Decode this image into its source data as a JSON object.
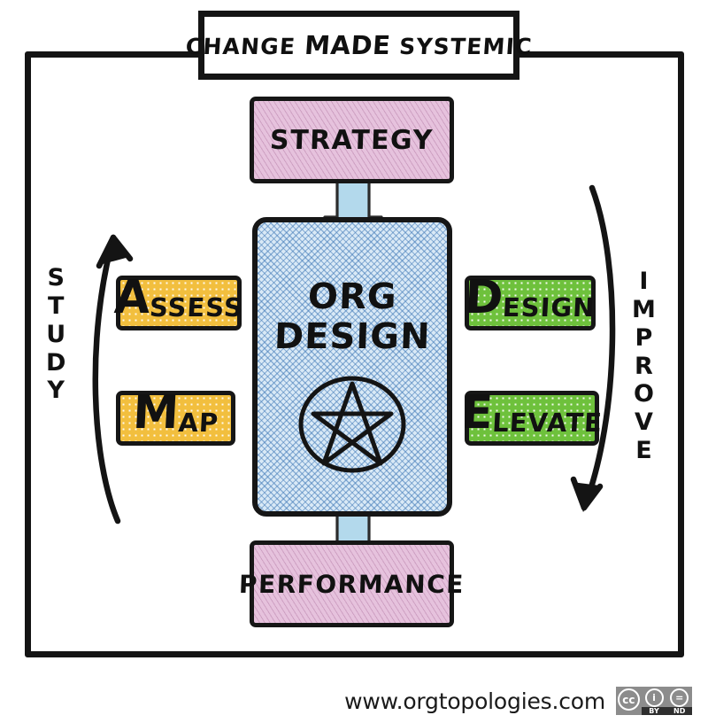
{
  "title": {
    "part1": "CHANGE ",
    "part2": "MADE",
    "part3": " SYSTEMIC",
    "full": "CHANGE MADE SYSTEMIC"
  },
  "nodes": {
    "strategy": {
      "label": "STRATEGY",
      "color": "#e6c2dd"
    },
    "performance": {
      "label": "PERFORMANCE",
      "color": "#e6c2dd"
    },
    "center": {
      "line1": "ORG",
      "line2": "DESIGN",
      "color": "#d9e9f6",
      "icon": "pentagram-star-icon"
    },
    "left": [
      {
        "cap": "A",
        "rest": "SSESS",
        "full": "Assess",
        "color": "#f2bf3e"
      },
      {
        "cap": "M",
        "rest": "AP",
        "full": "Map",
        "color": "#f2bf3e"
      }
    ],
    "right": [
      {
        "cap": "D",
        "rest": "ESIGN",
        "full": "Design",
        "color": "#6ec13c"
      },
      {
        "cap": "E",
        "rest": "LEVATE",
        "full": "Elevate",
        "color": "#6ec13c"
      }
    ]
  },
  "side_words": {
    "left": {
      "text": "STUDY",
      "letters": [
        "S",
        "T",
        "U",
        "D",
        "Y"
      ],
      "arrow": "curved-arrow-up"
    },
    "right": {
      "text": "IMPROVE",
      "letters": [
        "I",
        "M",
        "P",
        "R",
        "O",
        "V",
        "E"
      ],
      "arrow": "curved-arrow-down"
    }
  },
  "arrows": {
    "top": "down-arrow-strategy-to-orgdesign",
    "bottom": "down-arrow-orgdesign-to-performance",
    "color": "#b3d9ec"
  },
  "footer": {
    "url": "www.orgtopologies.com",
    "license": {
      "cc": "cc",
      "by_glyph": "i",
      "by_label": "BY",
      "nd_glyph": "=",
      "nd_label": "ND"
    }
  },
  "colors": {
    "ink": "#141414",
    "pink": "#e6c2dd",
    "blue": "#d9e9f6",
    "yellow": "#f2bf3e",
    "green": "#6ec13c",
    "arrow_blue": "#b3d9ec"
  }
}
